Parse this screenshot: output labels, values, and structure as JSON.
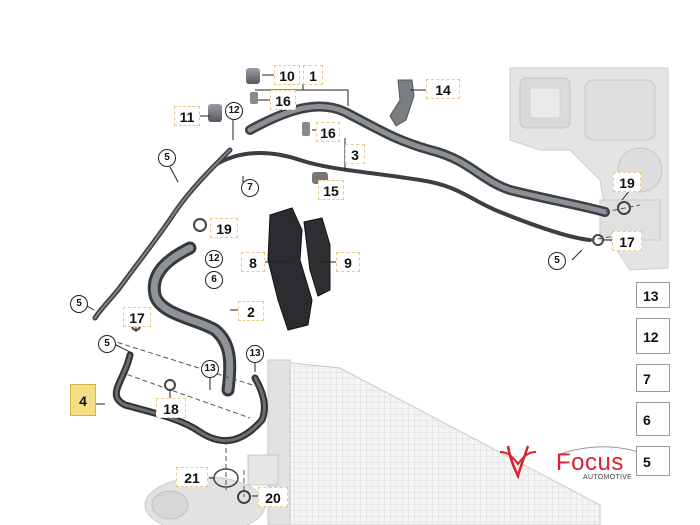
{
  "callouts": {
    "c10": "10",
    "c1": "1",
    "c14": "14",
    "c16a": "16",
    "c11": "11",
    "c16b": "16",
    "c3": "3",
    "c15": "15",
    "c19a": "19",
    "c19b": "19",
    "c17a": "17",
    "c8": "8",
    "c9": "9",
    "c2": "2",
    "c17b": "17",
    "c4": "4",
    "c18": "18",
    "c21": "21",
    "c20": "20"
  },
  "circled": {
    "k12a": "12",
    "k5a": "5",
    "k7": "7",
    "k12b": "12",
    "k6": "6",
    "k5b": "5",
    "k5c": "5",
    "k13a": "13",
    "k13b": "13",
    "k5d": "5"
  },
  "legend": [
    "13",
    "12",
    "7",
    "6",
    "5"
  ],
  "brand": {
    "name": "Focus",
    "tagline": "AUTOMOTIVE"
  },
  "colors": {
    "highlight": "#f3de86",
    "brand_red": "#d7222f",
    "hose": "#5c6066"
  }
}
